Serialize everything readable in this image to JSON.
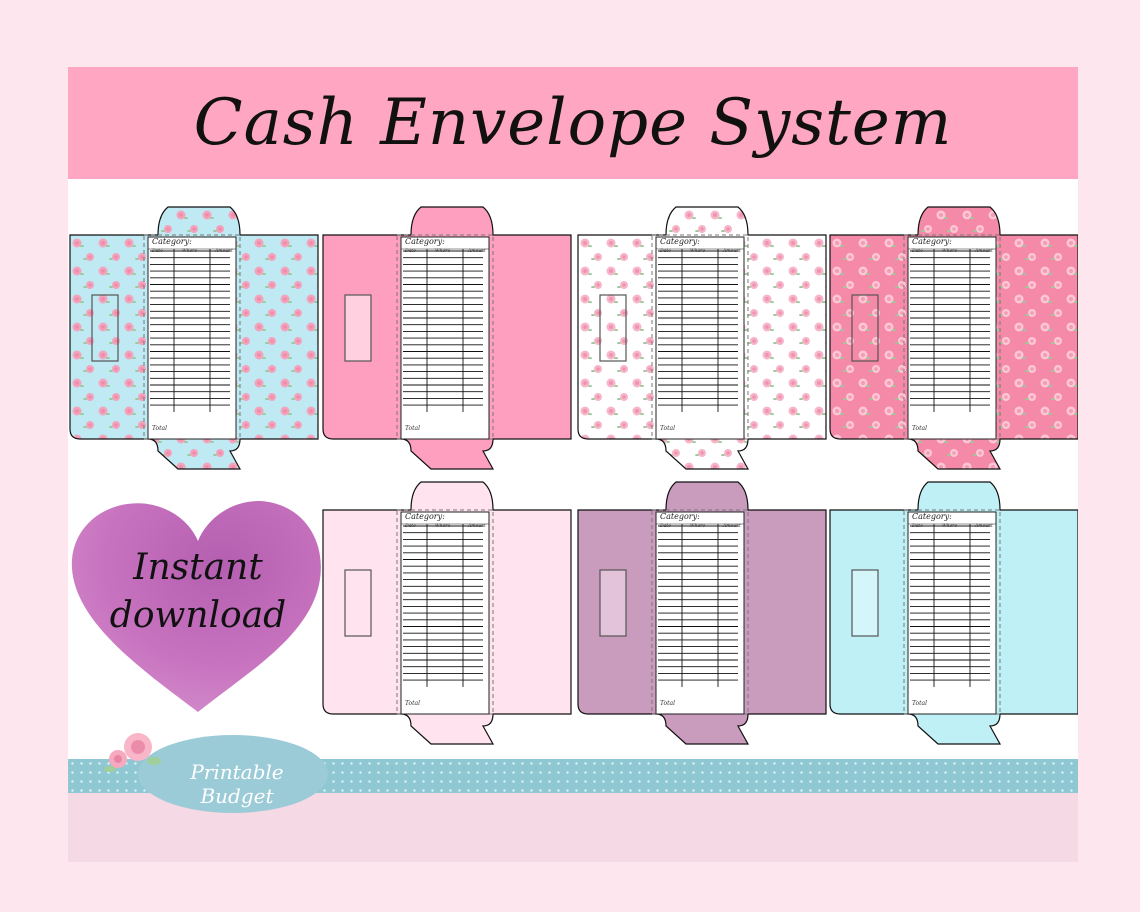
{
  "title": "Cash Envelope System",
  "heart": {
    "line1": "Instant",
    "line2": "download"
  },
  "logo": {
    "text": "Printable Budget"
  },
  "envelope_labels": {
    "category": "Category:",
    "col_date": "Date",
    "col_where": "Where",
    "col_amount": "Amount",
    "total": "Total"
  },
  "envelopes": [
    {
      "style": "floral",
      "bg": "#bfeaf3",
      "flower": "#f4a3bd",
      "window_fill": "none"
    },
    {
      "style": "solid",
      "bg": "#ff9fbf",
      "flower": "",
      "window_fill": "#ffd0df"
    },
    {
      "style": "floral",
      "bg": "#ffffff",
      "flower": "#f7b5c9",
      "window_fill": "none"
    },
    {
      "style": "floral",
      "bg": "#f58aa8",
      "flower": "#ffc7d6",
      "window_fill": "none"
    },
    {
      "style": "solid",
      "bg": "#ffe3ee",
      "flower": "",
      "window_fill": "#ffe3ee"
    },
    {
      "style": "solid",
      "bg": "#c99bbd",
      "flower": "",
      "window_fill": "#e2c3d9"
    },
    {
      "style": "solid",
      "bg": "#bff0f6",
      "flower": "",
      "window_fill": "#d4f5fa"
    }
  ],
  "colors": {
    "page": "#fde6ee",
    "title_band": "#ffa6c2",
    "heart": "#c873bf",
    "ribbon": "#8fc7d2",
    "bottom_band": "#f5d9e4"
  }
}
